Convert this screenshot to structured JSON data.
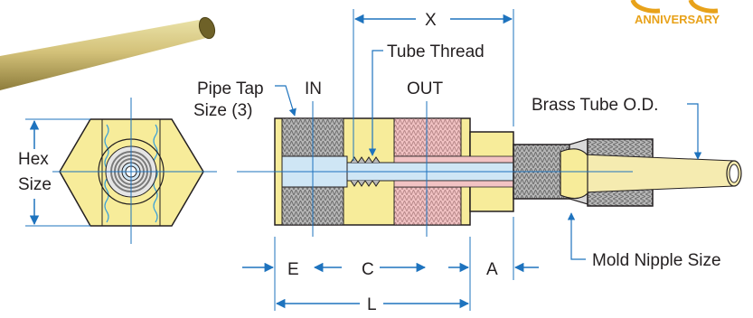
{
  "badge": {
    "text": "ANNIVERSARY",
    "color": "#e8a21a"
  },
  "labels": {
    "hex_size_line1": "Hex",
    "hex_size_line2": "Size",
    "pipe_tap_line1": "Pipe Tap",
    "pipe_tap_line2": "Size (3)",
    "in": "IN",
    "out": "OUT",
    "tube_thread": "Tube Thread",
    "x": "X",
    "brass_tube_od": "Brass Tube O.D.",
    "mold_nipple_size": "Mold Nipple Size",
    "e": "E",
    "c": "C",
    "a": "A",
    "l": "L"
  },
  "colors": {
    "body_yellow": "#f7ec9a",
    "thread_gray": "#b8b8b8",
    "thread_pink": "#f2c3c4",
    "bore_blue": "#cfe6f5",
    "brass_tube": "#f5ebb0",
    "dimension_blue": "#1e73be",
    "outline": "#231f20"
  },
  "icons": [
    "arrow-icon",
    "hex-end-view-icon",
    "brass-tube-photo-icon"
  ]
}
